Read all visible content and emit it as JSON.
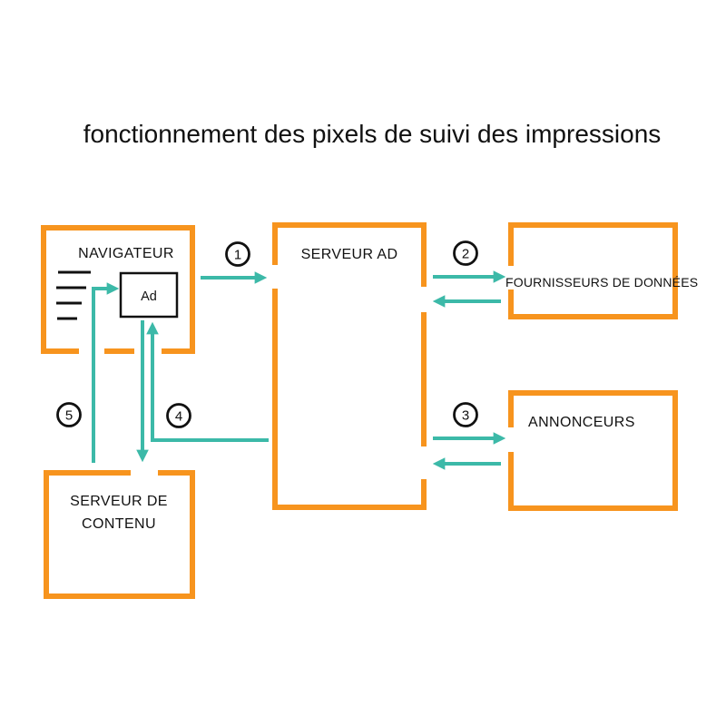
{
  "title": "fonctionnement des pixels de suivi des impressions",
  "colors": {
    "orange": "#F7941E",
    "teal": "#3CB9A8",
    "ink": "#111111"
  },
  "boxes": {
    "navigateur": {
      "label": "NAVIGATEUR"
    },
    "serveur_ad": {
      "label": "SERVEUR AD"
    },
    "fournisseurs_donnees": {
      "label": "FOURNISSEURS DE DONNÉES"
    },
    "annonceurs": {
      "label": "ANNONCEURS"
    },
    "serveur_contenu": {
      "label_line1": "SERVEUR DE",
      "label_line2": "CONTENU"
    }
  },
  "ad_slot": {
    "label": "Ad"
  },
  "steps": [
    "1",
    "2",
    "3",
    "4",
    "5"
  ]
}
